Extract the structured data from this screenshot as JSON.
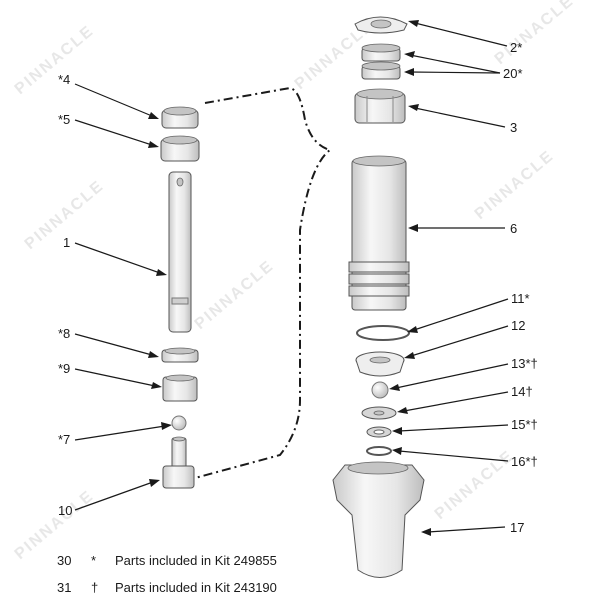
{
  "watermark": "PINNACLE",
  "callouts": {
    "c2": "2*",
    "c20": "20*",
    "c3": "3",
    "c6": "6",
    "c11": "11*",
    "c12": "12",
    "c13": "13*†",
    "c14": "14†",
    "c15": "15*†",
    "c16": "16*†",
    "c17": "17",
    "c4": "*4",
    "c5": "*5",
    "c1": "1",
    "c8": "*8",
    "c9": "*9",
    "c7": "*7",
    "c10": "10"
  },
  "legend": [
    {
      "num": "30",
      "symbol": "*",
      "text": "Parts included in Kit 249855"
    },
    {
      "num": "31",
      "symbol": "†",
      "text": "Parts included in Kit 243190"
    }
  ]
}
